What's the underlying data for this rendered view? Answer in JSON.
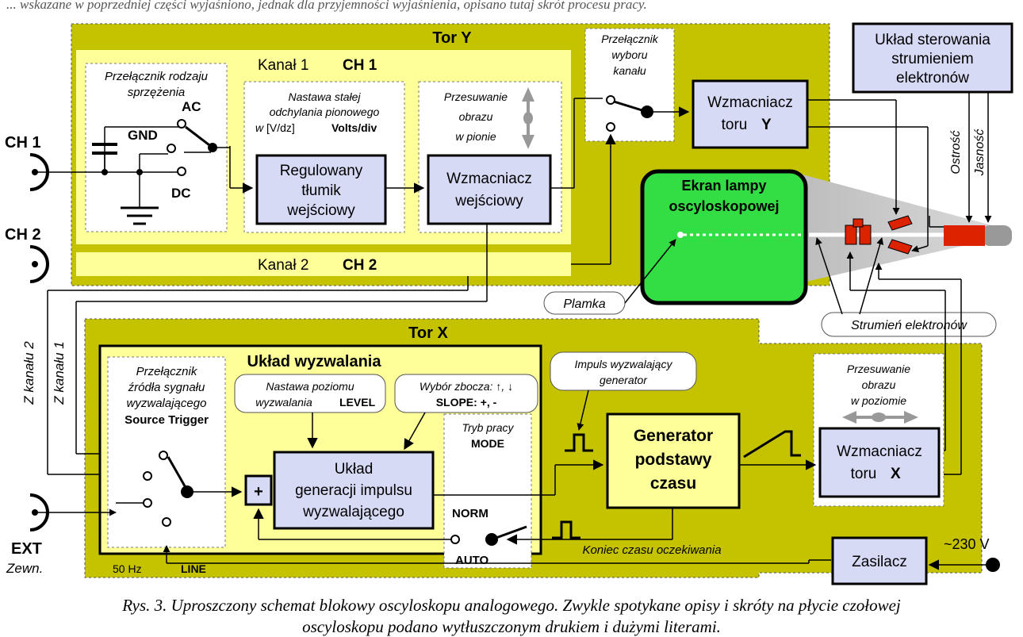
{
  "top_partial_text": "... wskazane w poprzedniej części wyjaśniono, jednak dla przyjemności wyjaśnienia, opisano tutaj skrót procesu pracy.",
  "colors": {
    "olive": "#c5c200",
    "pale_yellow": "#ffff99",
    "block_blue": "#d6daf5",
    "screen_green": "#33dd44",
    "red": "#dd2200"
  },
  "tor_y": {
    "title": "Tor Y",
    "kanal1_label": "Kanał 1",
    "kanal1_code": "CH 1",
    "kanal2_label": "Kanał 2",
    "kanal2_code": "CH 2",
    "coupling_switch": [
      "Przełącznik rodzaju",
      "sprzężenia"
    ],
    "ac": "AC",
    "gnd": "GND",
    "dc": "DC",
    "vdiv_line1": "Nastawa stałej",
    "vdiv_line2": "odchylania pionowego",
    "vdiv_line3_italic": "w",
    "vdiv_line3_unit": "[V/dz]",
    "vdiv_line3_bold": "Volts/div",
    "attenuator": [
      "Regulowany",
      "tłumik",
      "wejściowy"
    ],
    "vshift": [
      "Przesuwanie",
      "obrazu",
      "w pionie"
    ],
    "input_amp": [
      "Wzmacniacz",
      "wejściowy"
    ],
    "channel_select": [
      "Przełącznik",
      "wyboru",
      "kanału"
    ],
    "y_amp_line1": "Wzmacniacz",
    "y_amp_line2_prefix": "toru",
    "y_amp_line2_bold": "Y"
  },
  "inputs": {
    "ch1": "CH 1",
    "ch2": "CH 2",
    "ext": "EXT",
    "ext_sub": "Zewn."
  },
  "beam_control": [
    "Układ sterowania",
    "strumieniem",
    "elektronów"
  ],
  "focus": "Ostrość",
  "brightness": "Jasność",
  "screen": [
    "Ekran lampy",
    "oscyloskopowej"
  ],
  "spot_label": "Plamka",
  "beam_label": "Strumień elektronów",
  "from_ch2": "Z kanału 2",
  "from_ch1": "Z kanału 1",
  "tor_x": {
    "title": "Tor X",
    "trigger_title": "Układ wyzwalania",
    "source_switch": [
      "Przełącznik",
      "źródła sygnału",
      "wyzwalającego"
    ],
    "source_trigger": "Source Trigger",
    "level_line1": "Nastawa poziomu",
    "level_line2": "wyzwalania",
    "level_bold": "LEVEL",
    "slope_line1": "Wybór zbocza: ↑, ↓",
    "slope_line2": "SLOPE: +, -",
    "plus": "+",
    "trigger_gen": [
      "Układ",
      "generacji impulsu",
      "wyzwalającego"
    ],
    "mode_line1": "Tryb pracy",
    "mode_line2": "MODE",
    "norm": "NORM",
    "auto": "AUTO",
    "impulse_label": [
      "Impuls wyzwalający",
      "generator"
    ],
    "timebase": [
      "Generator",
      "podstawy",
      "czasu"
    ],
    "hshift": [
      "Przesuwanie",
      "obrazu",
      "w poziomie"
    ],
    "x_amp_line1": "Wzmacniacz",
    "x_amp_line2_prefix": "toru",
    "x_amp_line2_bold": "X",
    "holdoff": "Koniec czasu oczekiwania",
    "hz50": "50 Hz",
    "line": "LINE"
  },
  "psu": "Zasilacz",
  "mains": "~230 V",
  "caption_line1": "Rys. 3. Uproszczony schemat blokowy oscyloskopu analogowego. Zwykle spotykane opisy i skróty na płycie czołowej",
  "caption_line2": "oscyloskopu podano wytłuszczonym drukiem i dużymi literami."
}
